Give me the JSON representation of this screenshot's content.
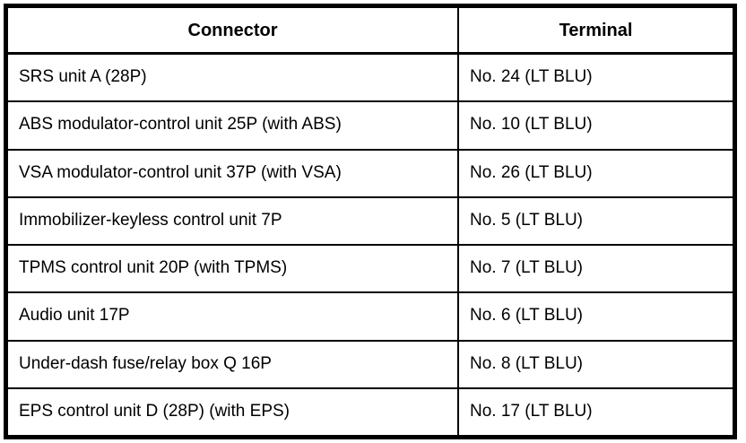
{
  "colors": {
    "border": "#000000",
    "background": "#ffffff",
    "text": "#000000"
  },
  "table": {
    "headers": {
      "connector": "Connector",
      "terminal": "Terminal"
    },
    "rows": [
      {
        "connector": "SRS unit A (28P)",
        "terminal": "No. 24 (LT BLU)"
      },
      {
        "connector": "ABS modulator-control unit 25P (with ABS)",
        "terminal": "No. 10 (LT BLU)"
      },
      {
        "connector": "VSA modulator-control unit 37P (with VSA)",
        "terminal": "No. 26 (LT BLU)"
      },
      {
        "connector": "Immobilizer-keyless control unit 7P",
        "terminal": "No. 5 (LT BLU)"
      },
      {
        "connector": "TPMS control unit 20P (with TPMS)",
        "terminal": "No. 7 (LT BLU)"
      },
      {
        "connector": "Audio unit 17P",
        "terminal": "No. 6 (LT BLU)"
      },
      {
        "connector": "Under-dash fuse/relay box Q 16P",
        "terminal": "No. 8 (LT BLU)"
      },
      {
        "connector": "EPS control unit D (28P) (with EPS)",
        "terminal": "No. 17 (LT BLU)"
      }
    ]
  }
}
